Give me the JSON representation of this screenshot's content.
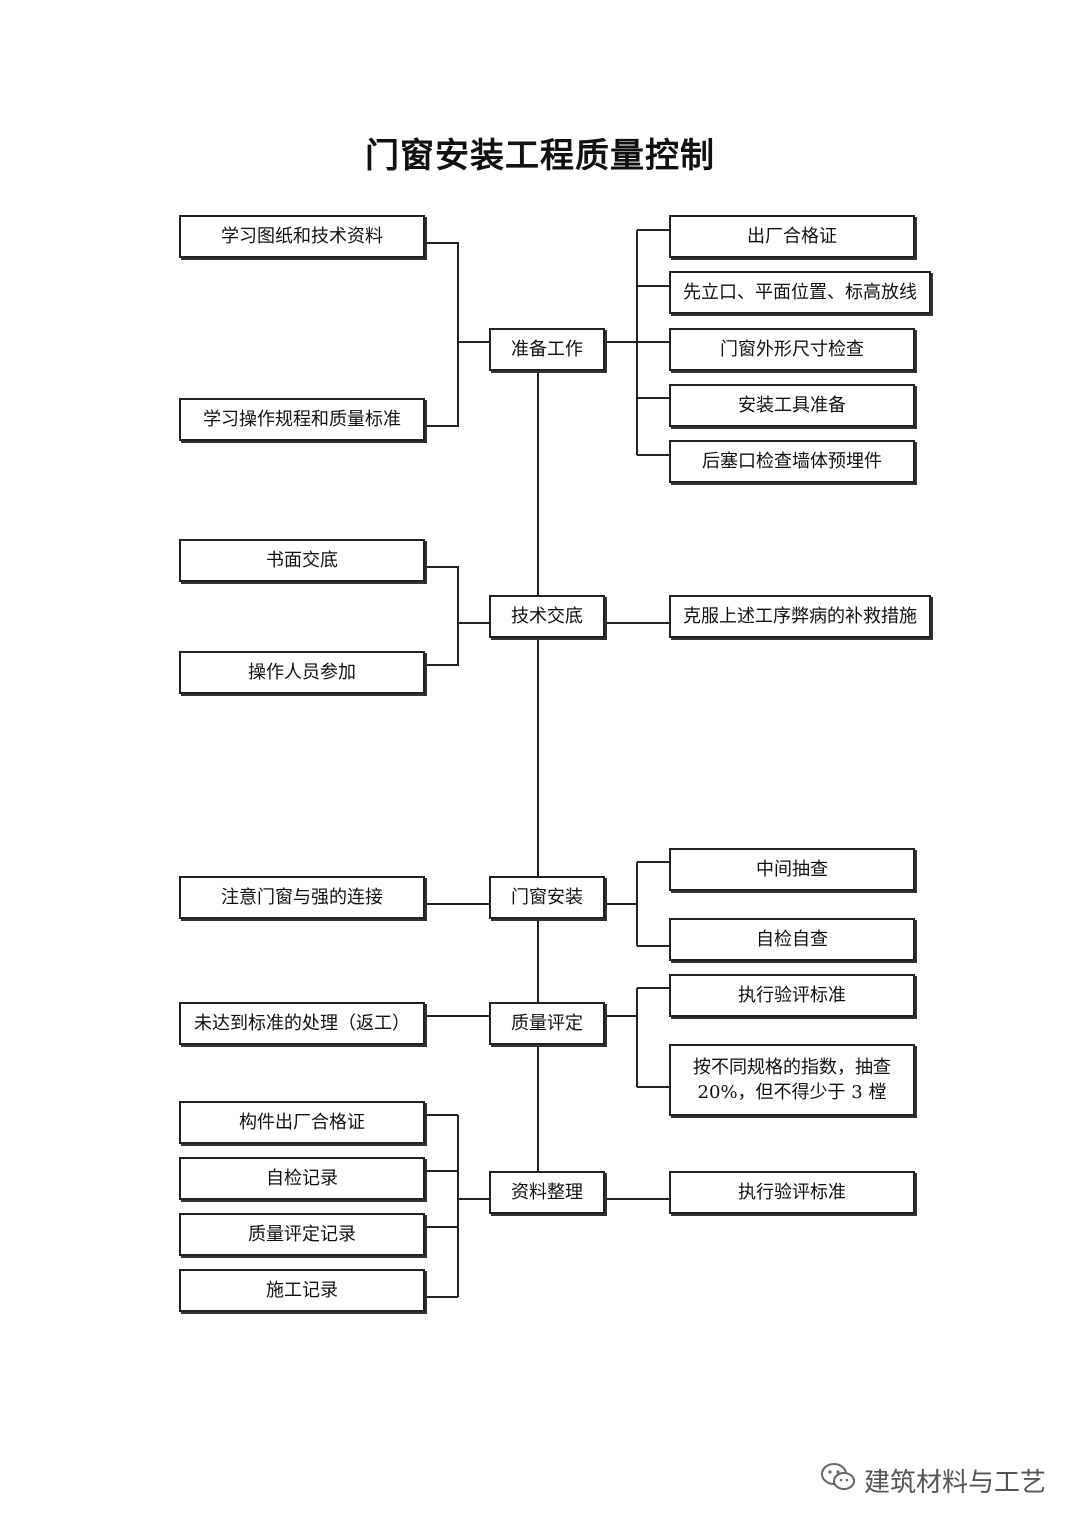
{
  "title": "门窗安装工程质量控制",
  "stages": {
    "prep": "准备工作",
    "tech": "技术交底",
    "install": "门窗安装",
    "quality": "质量评定",
    "docs": "资料整理"
  },
  "left": {
    "study_drawings": "学习图纸和技术资料",
    "study_rules": "学习操作规程和质量标准",
    "written": "书面交底",
    "staff": "操作人员参加",
    "connection": "注意门窗与强的连接",
    "rework": "未达到标准的处理（返工）",
    "cert": "构件出厂合格证",
    "selfcheck_record": "自检记录",
    "quality_record": "质量评定记录",
    "construction_record": "施工记录"
  },
  "right": {
    "factory_cert": "出厂合格证",
    "positioning": "先立口、平面位置、标高放线",
    "dimension_check": "门窗外形尺寸检查",
    "tools": "安装工具准备",
    "embedded_check": "后塞口检查墙体预埋件",
    "remedy": "克服上述工序弊病的补救措施",
    "midcheck": "中间抽查",
    "selfcheck": "自检自查",
    "standard1": "执行验评标准",
    "sampling_line1": "按不同规格的指数，抽查",
    "sampling_line2": "20%，但不得少于 3 樘",
    "standard2": "执行验评标准"
  },
  "watermark": "建筑材料与工艺"
}
